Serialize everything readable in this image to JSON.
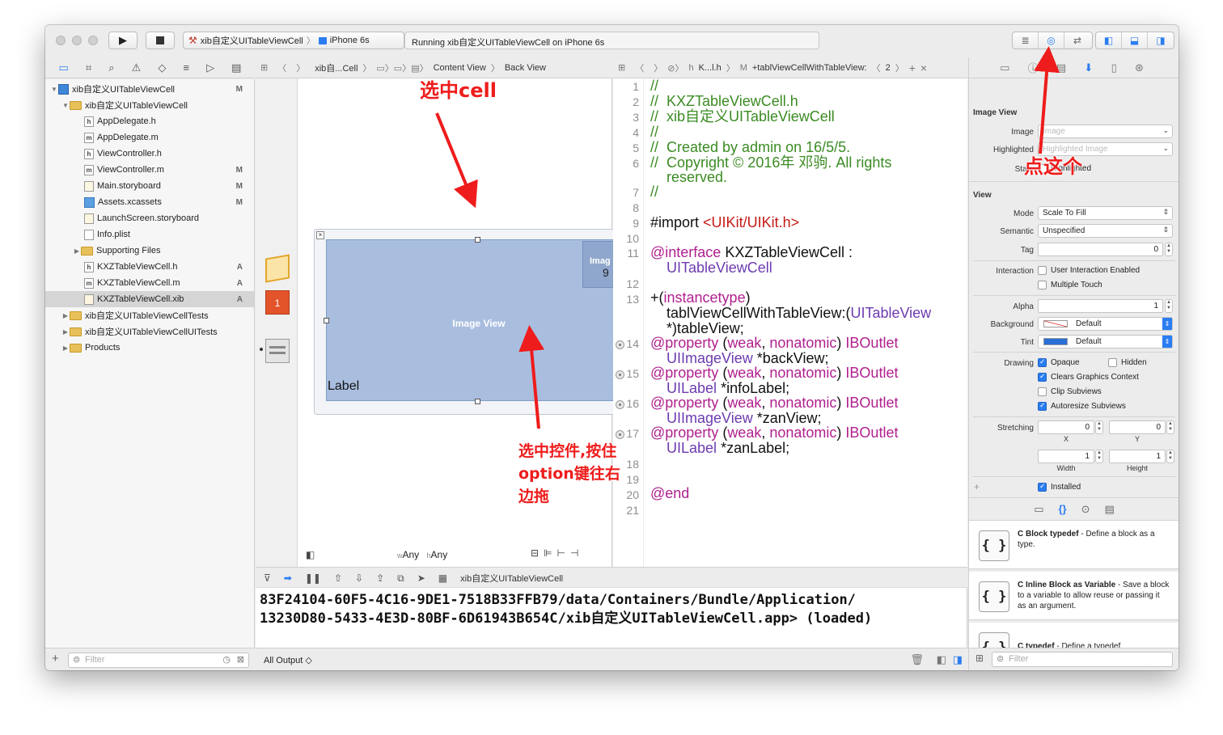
{
  "toolbar": {
    "scheme_target": "xib自定义UITableViewCell",
    "scheme_device": "iPhone 6s",
    "activity": "Running xib自定义UITableViewCell on iPhone 6s"
  },
  "navigator": {
    "items": [
      {
        "label": "xib自定义UITableViewCell",
        "status": "M"
      },
      {
        "label": "xib自定义UITableViewCell",
        "status": ""
      },
      {
        "label": "AppDelegate.h",
        "status": ""
      },
      {
        "label": "AppDelegate.m",
        "status": ""
      },
      {
        "label": "ViewController.h",
        "status": ""
      },
      {
        "label": "ViewController.m",
        "status": "M"
      },
      {
        "label": "Main.storyboard",
        "status": "M"
      },
      {
        "label": "Assets.xcassets",
        "status": "M"
      },
      {
        "label": "LaunchScreen.storyboard",
        "status": ""
      },
      {
        "label": "Info.plist",
        "status": ""
      },
      {
        "label": "Supporting Files",
        "status": ""
      },
      {
        "label": "KXZTableViewCell.h",
        "status": "A"
      },
      {
        "label": "KXZTableViewCell.m",
        "status": "A"
      },
      {
        "label": "KXZTableViewCell.xib",
        "status": "A"
      },
      {
        "label": "xib自定义UITableViewCellTests",
        "status": ""
      },
      {
        "label": "xib自定义UITableViewCellUITests",
        "status": ""
      },
      {
        "label": "Products",
        "status": ""
      }
    ],
    "filter_placeholder": "Filter"
  },
  "ib": {
    "jump": [
      "xib自...Cell",
      "Content View",
      "Back View"
    ],
    "image_view_label": "Image View",
    "cell_label": "Label",
    "small_view_text": "Imag",
    "small_view_num": "9",
    "size_class_w": "Any",
    "size_class_h": "Any"
  },
  "editor": {
    "jump": [
      "K...l.h",
      "+tablViewCellWithTableView:"
    ],
    "counter": "2",
    "line_numbers": [
      "1",
      "2",
      "3",
      "4",
      "5",
      "6",
      "7",
      "8",
      "9",
      "10",
      "11",
      "12",
      "13",
      "14",
      "15",
      "16",
      "17",
      "18",
      "19",
      "20",
      "21"
    ],
    "lines": {
      "l1": "//",
      "l2": "//  KXZTableViewCell.h",
      "l3": "//  xib自定义UITableViewCell",
      "l4": "//",
      "l5": "//  Created by admin on 16/5/5.",
      "l6a": "//  Copyright © 2016年 邓驹. All rights",
      "l6b": "    reserved.",
      "l7": "//",
      "import_kw": "#import",
      "import_path": "<UIKit/UIKit.h>",
      "iface_kw": "@interface",
      "iface_name": " KXZTableViewCell :",
      "iface_super": "    UITableViewCell",
      "plus": "+(",
      "instancetype": "instancetype",
      "close": ")",
      "method_a": "    tablViewCellWithTableView:(",
      "method_type": "UITableView",
      "method_b": "    *)tableView;",
      "property": "@property",
      "weak": "weak",
      "nonatomic": "nonatomic",
      "iboutlet": "IBOutlet",
      "p1_type": "UIImageView",
      "p1_name": " *backView;",
      "p2_type": "UILabel",
      "p2_name": " *infoLabel;",
      "p3_type": "UIImageView",
      "p3_name": " *zanView;",
      "p4_type": "UILabel",
      "p4_name": " *zanLabel;",
      "end": "@end"
    }
  },
  "inspector": {
    "image_view_section": "Image View",
    "image_label": "Image",
    "image_placeholder": "Image",
    "highlighted_label": "Highlighted",
    "highlighted_placeholder": "Highlighted Image",
    "state_label": "State",
    "state_value": "Highlighted",
    "view_section": "View",
    "mode_label": "Mode",
    "mode_value": "Scale To Fill",
    "semantic_label": "Semantic",
    "semantic_value": "Unspecified",
    "tag_label": "Tag",
    "tag_value": "0",
    "interaction_label": "Interaction",
    "user_interaction": "User Interaction Enabled",
    "multiple_touch": "Multiple Touch",
    "alpha_label": "Alpha",
    "alpha_value": "1",
    "background_label": "Background",
    "background_value": "Default",
    "tint_label": "Tint",
    "tint_value": "Default",
    "drawing_label": "Drawing",
    "opaque": "Opaque",
    "hidden": "Hidden",
    "clears": "Clears Graphics Context",
    "clip": "Clip Subviews",
    "autoresize": "Autoresize Subviews",
    "stretching_label": "Stretching",
    "stretch_x": "0",
    "stretch_y": "0",
    "stretch_w": "1",
    "stretch_h": "1",
    "x_label": "X",
    "y_label": "Y",
    "width_label": "Width",
    "height_label": "Height",
    "installed": "Installed",
    "tint_color": "#2a6fd6"
  },
  "library": {
    "items": [
      {
        "title": "C Block typedef",
        "desc": " - Define a block as a type."
      },
      {
        "title": "C Inline Block as Variable",
        "desc": " - Save a block to a variable to allow reuse or passing it as an argument."
      },
      {
        "title": "C typedef",
        "desc": " - Define a typedef."
      }
    ],
    "filter_placeholder": "Filter"
  },
  "debug": {
    "target": "xib自定义UITableViewCell",
    "console_line1": "83F24104-60F5-4C16-9DE1-7518B33FFB79/data/Containers/Bundle/Application/",
    "console_line2": "13230D80-5433-4E3D-80BF-6D61943B654C/xib自定义UITableViewCell.app> (loaded)",
    "output_selector": "All Output ◇"
  },
  "annotations": {
    "select_cell": "选中cell",
    "click_this": "点这个",
    "drag_line1": "选中控件,按住",
    "drag_line2": "option键往右",
    "drag_line3": "边拖",
    "color": "#ee1c1c"
  }
}
